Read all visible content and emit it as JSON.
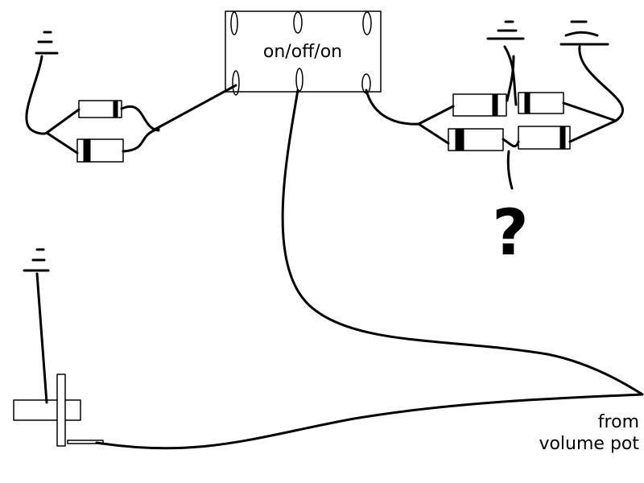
{
  "switch": {
    "label": "on/off/on"
  },
  "unknown": {
    "symbol": "?"
  },
  "input": {
    "line1": "from",
    "line2": "volume pot"
  },
  "colors": {
    "ink": "#000000",
    "paper": "#ffffff"
  }
}
